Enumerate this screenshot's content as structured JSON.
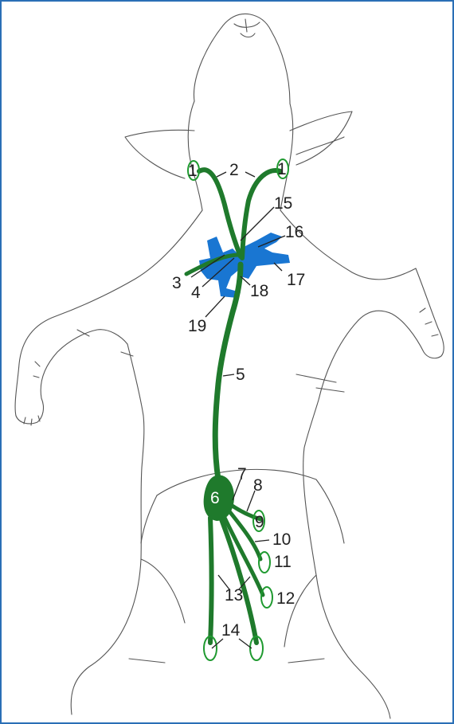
{
  "labels": [
    "1",
    "1",
    "2",
    "3",
    "4",
    "5",
    "6",
    "7",
    "8",
    "9",
    "10",
    "11",
    "12",
    "13",
    "14",
    "15",
    "16",
    "17",
    "18",
    "19"
  ],
  "colors": {
    "lymph": "#1f7a2c",
    "node_outline": "#1f9a30",
    "vein": "#1976d2",
    "frame": "#2a6fb6",
    "outline": "#555555"
  }
}
